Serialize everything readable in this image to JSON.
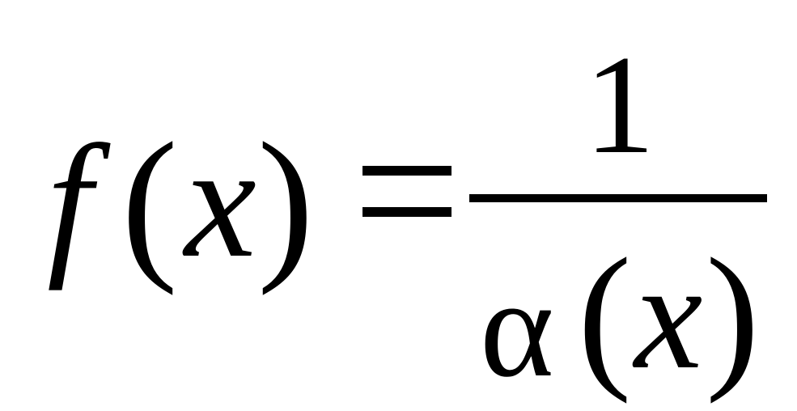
{
  "equation": {
    "lhs": {
      "function_name": "f",
      "open_paren": "(",
      "variable": "x",
      "close_paren": ")"
    },
    "relation": "=",
    "fraction": {
      "numerator": "1",
      "denominator": {
        "function_name": "α",
        "open_paren": "(",
        "variable": "x",
        "close_paren": ")"
      }
    }
  },
  "colors": {
    "text": "#000000",
    "background": "#ffffff"
  }
}
